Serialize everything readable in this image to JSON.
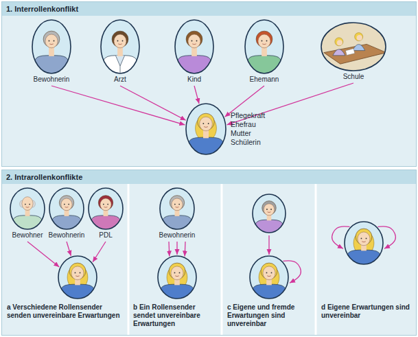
{
  "diagram": {
    "nodes": [
      {
        "text": [
          "1. Interrollenkonflikt"
        ]
      },
      {
        "text": [
          "Bewohnerin"
        ],
        "in": 0
      },
      {
        "text": [
          "Arzt"
        ],
        "in": 0
      },
      {
        "text": [
          "Kind"
        ],
        "in": 0
      },
      {
        "text": [
          "Ehemann"
        ],
        "in": 0
      },
      {
        "text": [
          "Schule"
        ],
        "in": 0
      },
      {
        "text": [
          "Pflegekraft",
          "Ehefrau",
          "Mutter",
          "Schülerin"
        ],
        "in": 0
      },
      {
        "text": [
          "2. Intrarollenkonflikte"
        ]
      },
      {
        "text": [
          "Bewohner"
        ],
        "in": 7
      },
      {
        "text": [
          "Bewohnerin"
        ],
        "in": 7
      },
      {
        "text": [
          "PDL"
        ],
        "in": 7
      },
      {
        "text": [
          "a Verschiedene Rollensender senden unvereinbare Erwartungen"
        ],
        "in": 7
      },
      {
        "text": [
          "Bewohnerin"
        ],
        "in": 7
      },
      {
        "text": [
          "b Ein Rollensender sendet unvereinbare Erwartungen"
        ],
        "in": 7
      },
      {
        "text": [],
        "in": 7
      },
      {
        "text": [
          "c Eigene und fremde Erwartungen sind unvereinbar"
        ],
        "in": 7
      },
      {
        "text": [
          "d Eigene Erwartungen sind unvereinbar"
        ],
        "in": 7
      }
    ],
    "edges": [
      {
        "from": 1,
        "to": 6,
        "arrow": "to"
      },
      {
        "from": 2,
        "to": 6,
        "arrow": "to"
      },
      {
        "from": 3,
        "to": 6,
        "arrow": "to"
      },
      {
        "from": 4,
        "to": 6,
        "arrow": "to"
      },
      {
        "from": 5,
        "to": 6,
        "arrow": "to"
      },
      {
        "from": 8,
        "to": 11,
        "arrow": "to"
      },
      {
        "from": 9,
        "to": 11,
        "arrow": "to"
      },
      {
        "from": 10,
        "to": 11,
        "arrow": "to"
      },
      {
        "from": 12,
        "to": 13,
        "arrow": "to"
      },
      {
        "from": 12,
        "to": 13,
        "arrow": "to"
      },
      {
        "from": 12,
        "to": 13,
        "arrow": "to"
      },
      {
        "from": 14,
        "to": 15,
        "arrow": "to"
      },
      {
        "from": 15,
        "to": 15,
        "arrow": "to"
      },
      {
        "from": 16,
        "to": 16,
        "arrow": "to"
      },
      {
        "from": 16,
        "to": 16,
        "arrow": "to"
      }
    ]
  }
}
